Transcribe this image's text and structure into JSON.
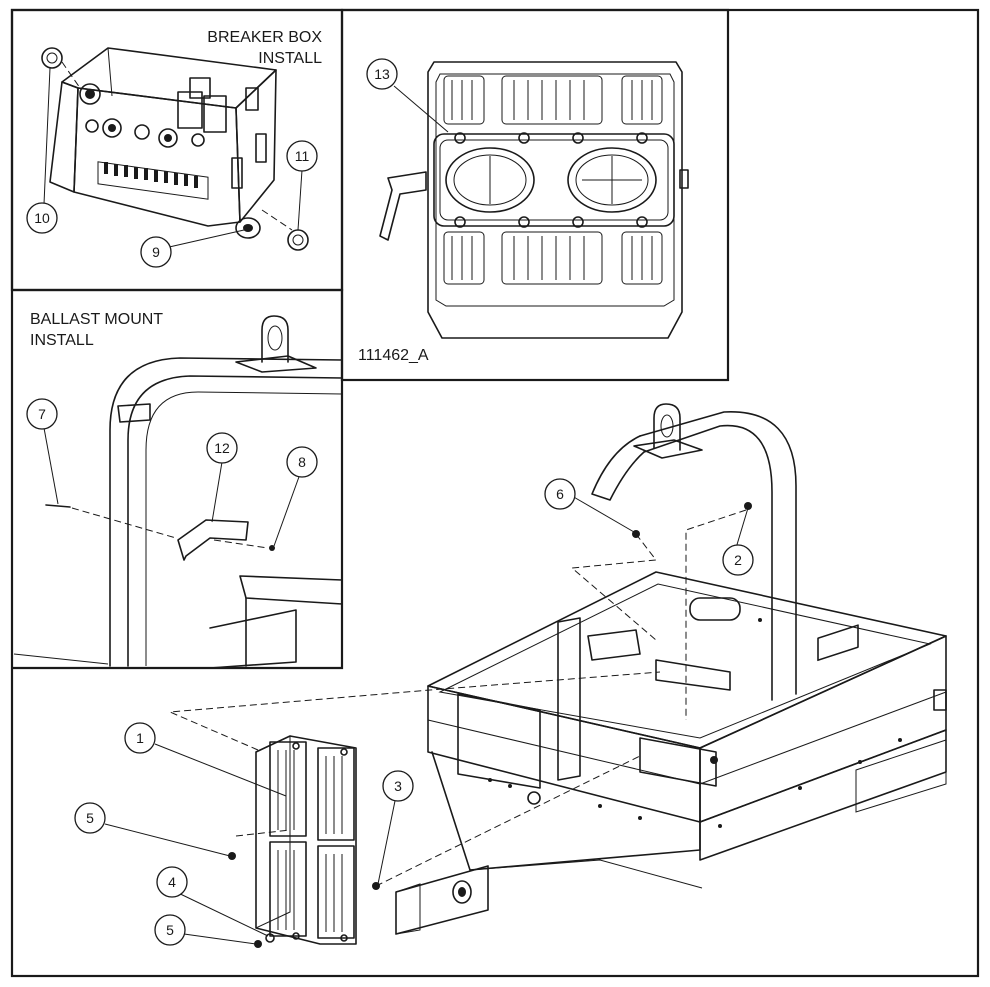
{
  "panels": {
    "breaker_box": {
      "title_line1": "BREAKER BOX",
      "title_line2": "INSTALL"
    },
    "ballast_mount": {
      "title_line1": "BALLAST MOUNT",
      "title_line2": "INSTALL"
    },
    "light_fixture": {
      "drawing_number": "111462_A"
    }
  },
  "callouts": {
    "c1": "1",
    "c2": "2",
    "c3": "3",
    "c4": "4",
    "c5a": "5",
    "c5b": "5",
    "c6": "6",
    "c7": "7",
    "c8": "8",
    "c9": "9",
    "c10": "10",
    "c11": "11",
    "c12": "12",
    "c13": "13"
  }
}
